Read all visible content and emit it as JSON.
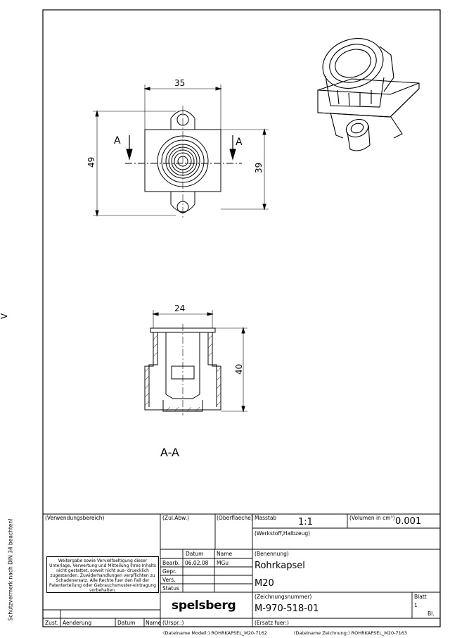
{
  "drawing": {
    "dimensions": {
      "width_top": "35",
      "height_left": "49",
      "height_right": "39",
      "section_width": "24",
      "section_height": "40"
    },
    "section_marker": "A",
    "section_label": "A-A",
    "margin_mark": "V"
  },
  "title_block": {
    "usage_area": "(Verwendungsbereich)",
    "zul_abw": "(Zul.Abw.)",
    "surface": "(Oberflaeche)",
    "scale_label": "Masstab",
    "scale_value": "1:1",
    "volume_label": "(Volumen in cm³)",
    "volume_value": "0.001",
    "material_label": "(Werkstoff,Halbzeug)",
    "name_label": "(Benennung)",
    "name_line1": "Rohrkapsel",
    "name_line2": "M20",
    "drawing_no_label": "(Zeichnungsnummer)",
    "drawing_no": "M-970-518-01",
    "sheet_label": "Blatt",
    "sheet_value": "1",
    "sheets_abbr": "Bl.",
    "datum_header": "Datum",
    "name_header": "Name",
    "rows": [
      {
        "label": "Bearb.",
        "date": "06.02.08",
        "name": "MGu"
      },
      {
        "label": "Gepr.",
        "date": "",
        "name": ""
      },
      {
        "label": "Vers.",
        "date": "",
        "name": ""
      },
      {
        "label": "Status",
        "date": "",
        "name": ""
      }
    ],
    "company": "spelsberg",
    "bottom_row": {
      "zust": "Zust.",
      "aenderung": "Aenderung",
      "datum": "Datum",
      "name": "Name",
      "urspr": "(Urspr.:)",
      "ersatz": "(Ersatz fuer:)"
    },
    "notice": "Weitergabe sowie Vervielfaeltigung dieser Unterlage, Verwertung und Mitteilung ihres Inhalts nicht gestattet, soweit nicht aus- druecklich zugestanden. Zuwiderhandlungen verpflichten zu Schadenersatz. Alle Rechte fuer den Fall der Patenterteilung oder Gebrauchsmuster-eintragung vorbehalten.",
    "protection_note": "Schutzvermerk nach DIN 34 beachten!",
    "model_file": "(Dateiname Modell:) ROHRKAPSEL_M20-7162",
    "drawing_file": "(Dateiname Zeichnung:) ROHRKAPSEL_M20-7163"
  }
}
